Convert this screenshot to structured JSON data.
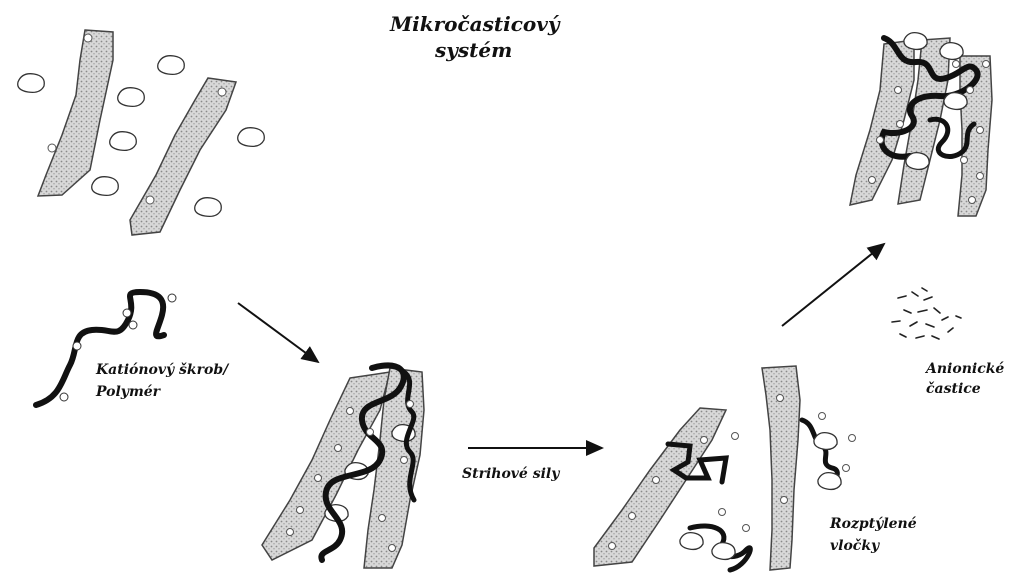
{
  "title": {
    "line1": "Mikročasticový",
    "line2": "systém"
  },
  "labels": {
    "polymer_line1": "Katiónový škrob/",
    "polymer_line2": "Polymér",
    "shear": "Strihové sily",
    "dispersed_line1": "Rozptýlené",
    "dispersed_line2": "vločky",
    "anionic_line1": "Anionické",
    "anionic_line2": "častice"
  },
  "colors": {
    "ink": "#111111",
    "fiber_fill": "#d8d8d8",
    "fiber_dot": "#8a8a8a"
  },
  "icons": {
    "fiber": "stippled-fiber-strand",
    "polymer": "thick-wavy-polymer-chain",
    "filler": "filler-particle-blob",
    "charge": "charge-circle",
    "arrow": "process-arrow"
  }
}
